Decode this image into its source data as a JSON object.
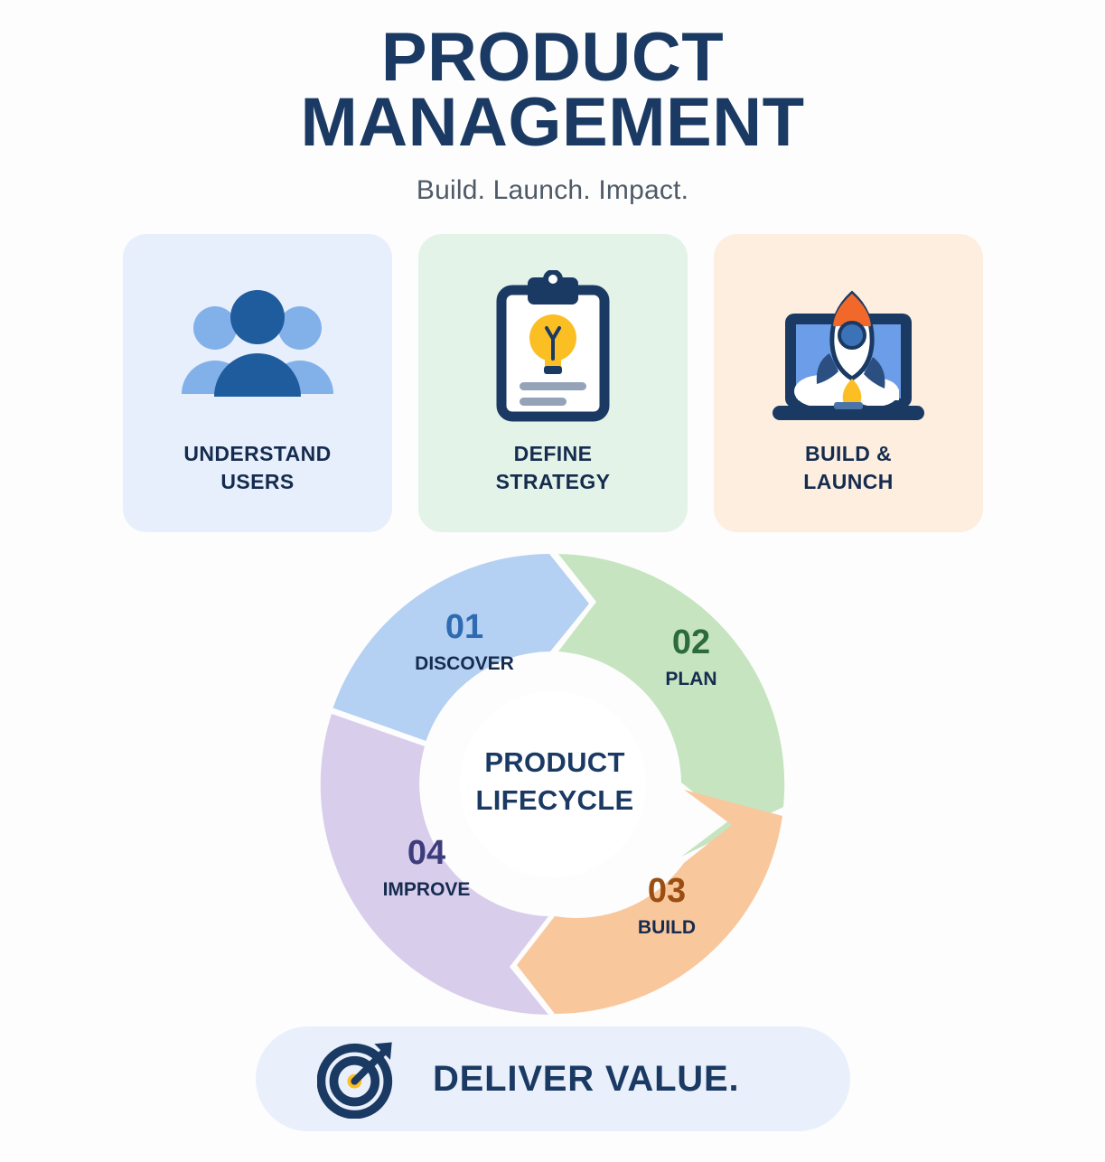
{
  "header": {
    "title_line1": "PRODUCT",
    "title_line2": "MANAGEMENT",
    "subtitle": "Build. Launch. Impact."
  },
  "cards": [
    {
      "label": "UNDERSTAND\nUSERS",
      "icon": "people-group-icon",
      "background": "#e8effc"
    },
    {
      "label": "DEFINE\nSTRATEGY",
      "icon": "clipboard-lightbulb-icon",
      "background": "#e4f3e8"
    },
    {
      "label": "BUILD &\nLAUNCH",
      "icon": "laptop-rocket-icon",
      "background": "#fdeedf"
    }
  ],
  "cycle": {
    "center_line1": "PRODUCT",
    "center_line2": "LIFECYCLE",
    "segments": [
      {
        "number": "01",
        "label": "DISCOVER",
        "fill": "#b4d0f2",
        "number_color": "#2e6bb0"
      },
      {
        "number": "02",
        "label": "PLAN",
        "fill": "#c6e4c0",
        "number_color": "#2d6b3d"
      },
      {
        "number": "03",
        "label": "BUILD",
        "fill": "#f9c79c",
        "number_color": "#9a4e12"
      },
      {
        "number": "04",
        "label": "IMPROVE",
        "fill": "#d9cdec",
        "number_color": "#3d3c7c"
      }
    ]
  },
  "banner": {
    "text": "DELIVER VALUE.",
    "icon": "target-arrow-icon",
    "background": "#e9f0fc"
  },
  "colors": {
    "navy": "#1b3a63",
    "navy_dark": "#152c4f",
    "page_background": "#fdfdfd",
    "subtitle_gray": "#4e5a67",
    "accent_yellow": "#fbbf24",
    "accent_orange": "#f2682a",
    "accent_blue": "#2e6bb0"
  }
}
